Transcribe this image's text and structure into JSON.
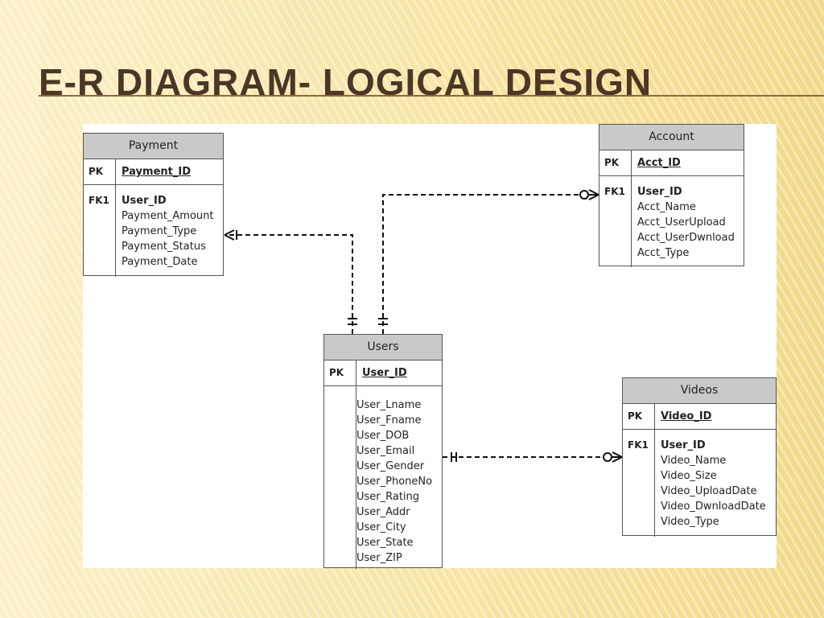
{
  "slide": {
    "title": "E-R Diagram- Logical Design"
  },
  "entities": {
    "payment": {
      "name": "Payment",
      "pk_label": "PK",
      "pk_field": "Payment_ID",
      "fk_label": "FK1",
      "attributes": [
        "User_ID",
        "Payment_Amount",
        "Payment_Type",
        "Payment_Status",
        "Payment_Date"
      ]
    },
    "account": {
      "name": "Account",
      "pk_label": "PK",
      "pk_field": "Acct_ID",
      "fk_label": "FK1",
      "attributes": [
        "User_ID",
        "Acct_Name",
        "Acct_UserUpload",
        "Acct_UserDwnload",
        "Acct_Type"
      ]
    },
    "users": {
      "name": "Users",
      "pk_label": "PK",
      "pk_field": "User_ID",
      "fk_label": "",
      "attributes": [
        "User_Lname",
        "User_Fname",
        "User_DOB",
        "User_Email",
        "User_Gender",
        "User_PhoneNo",
        "User_Rating",
        "User_Addr",
        "User_City",
        "User_State",
        "User_ZIP"
      ]
    },
    "videos": {
      "name": "Videos",
      "pk_label": "PK",
      "pk_field": "Video_ID",
      "fk_label": "FK1",
      "attributes": [
        "User_ID",
        "Video_Name",
        "Video_Size",
        "Video_UploadDate",
        "Video_DwnloadDate",
        "Video_Type"
      ]
    }
  },
  "relationships": [
    {
      "from": "Users",
      "to": "Payment",
      "from_cardinality": "one-and-only-one",
      "to_cardinality": "one-or-many"
    },
    {
      "from": "Users",
      "to": "Account",
      "from_cardinality": "one-and-only-one",
      "to_cardinality": "zero-or-many"
    },
    {
      "from": "Users",
      "to": "Videos",
      "from_cardinality": "one-and-only-one",
      "to_cardinality": "zero-or-many"
    }
  ]
}
